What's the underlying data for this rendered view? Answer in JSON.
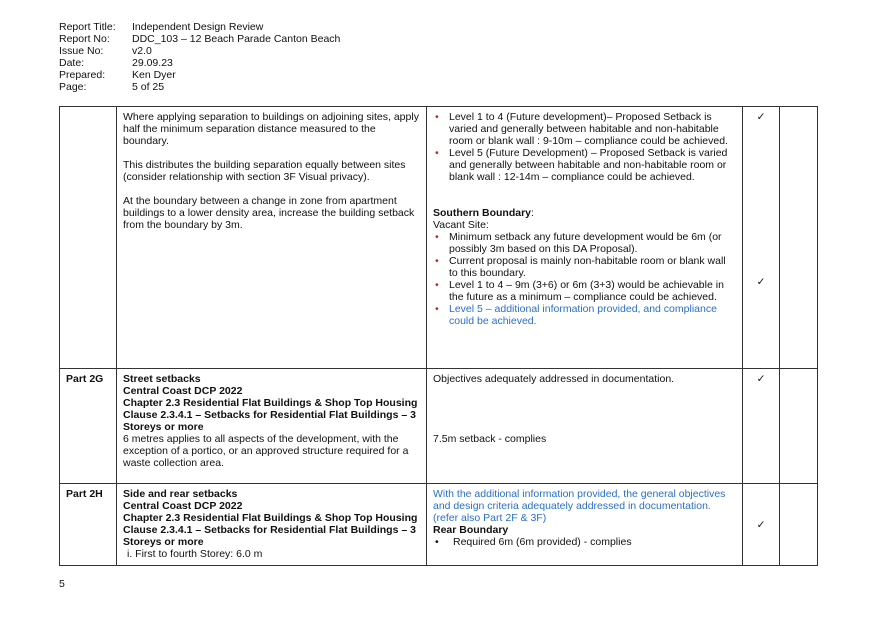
{
  "header": {
    "rows": [
      {
        "label": "Report Title:",
        "value": "Independent Design Review"
      },
      {
        "label": "Report No:",
        "value": "DDC_103 – 12 Beach Parade Canton Beach"
      },
      {
        "label": "Issue No:",
        "value": "v2.0"
      },
      {
        "label": "Date:",
        "value": "29.09.23"
      },
      {
        "label": "Prepared:",
        "value": "Ken Dyer"
      },
      {
        "label": "Page:",
        "value": "5 of 25"
      }
    ]
  },
  "rows": [
    {
      "part": "",
      "requirement": [
        "Where applying separation to buildings on adjoining sites, apply half the minimum separation distance measured to the boundary.",
        "This distributes the building separation equally between sites (consider relationship with section 3F Visual privacy).",
        "At the boundary between a change in zone from apartment buildings to a lower density area, increase the building setback from the boundary by 3m."
      ],
      "response_bullets_top": [
        "Level 1 to 4 (Future development)– Proposed Setback is varied and generally between habitable and non-habitable room or blank wall : 9-10m – compliance could be achieved.",
        "Level 5 (Future Development) – Proposed Setback is varied and generally between habitable and non-habitable room or blank wall : 12-14m – compliance could be achieved."
      ],
      "southern_heading": "Southern Boundary",
      "southern_colon": ":",
      "southern_sub": "Vacant Site:",
      "response_bullets_bottom": [
        "Minimum setback any future development would be 6m (or possibly 3m based on this DA Proposal).",
        "Current proposal is mainly non-habitable room or blank wall to this boundary.",
        "Level 1 to 4 – 9m (3+6) or 6m (3+3) would be achievable in the future as a minimum – compliance could be achieved."
      ],
      "response_bullet_blue": "Level 5 – additional information provided, and compliance could be achieved.",
      "check_1": "✓",
      "check_2": "✓"
    },
    {
      "part": "Part 2G",
      "req_bold": [
        "Street setbacks",
        "Central Coast DCP 2022",
        "Chapter 2.3 Residential Flat Buildings & Shop Top Housing",
        "Clause 2.3.4.1 – Setbacks for Residential Flat Buildings – 3 Storeys or more"
      ],
      "req_text": "6 metres applies to all aspects of the development, with the exception of a portico, or an approved structure required for a waste collection area.",
      "response_1": "Objectives adequately addressed in documentation.",
      "response_2": "7.5m setback - complies",
      "check": "✓"
    },
    {
      "part": "Part 2H",
      "req_bold": [
        "Side and rear setbacks",
        "Central Coast DCP 2022",
        "Chapter 2.3 Residential Flat Buildings & Shop Top Housing",
        "Clause 2.3.4.1 – Setbacks for Residential Flat Buildings – 3 Storeys or more"
      ],
      "req_text": "i.  First to fourth Storey: 6.0 m",
      "response_blue": "With the additional information provided, the general objectives and design criteria adequately addressed in documentation. (refer also Part 2F & 3F)",
      "rear_heading": "Rear Boundary",
      "rear_bullet": "Required 6m (6m provided) - complies",
      "check": "✓"
    }
  ],
  "footer": {
    "page_number": "5"
  },
  "colors": {
    "bullet_red": "#d42020",
    "text_blue": "#2a6fc9",
    "border": "#333333"
  }
}
